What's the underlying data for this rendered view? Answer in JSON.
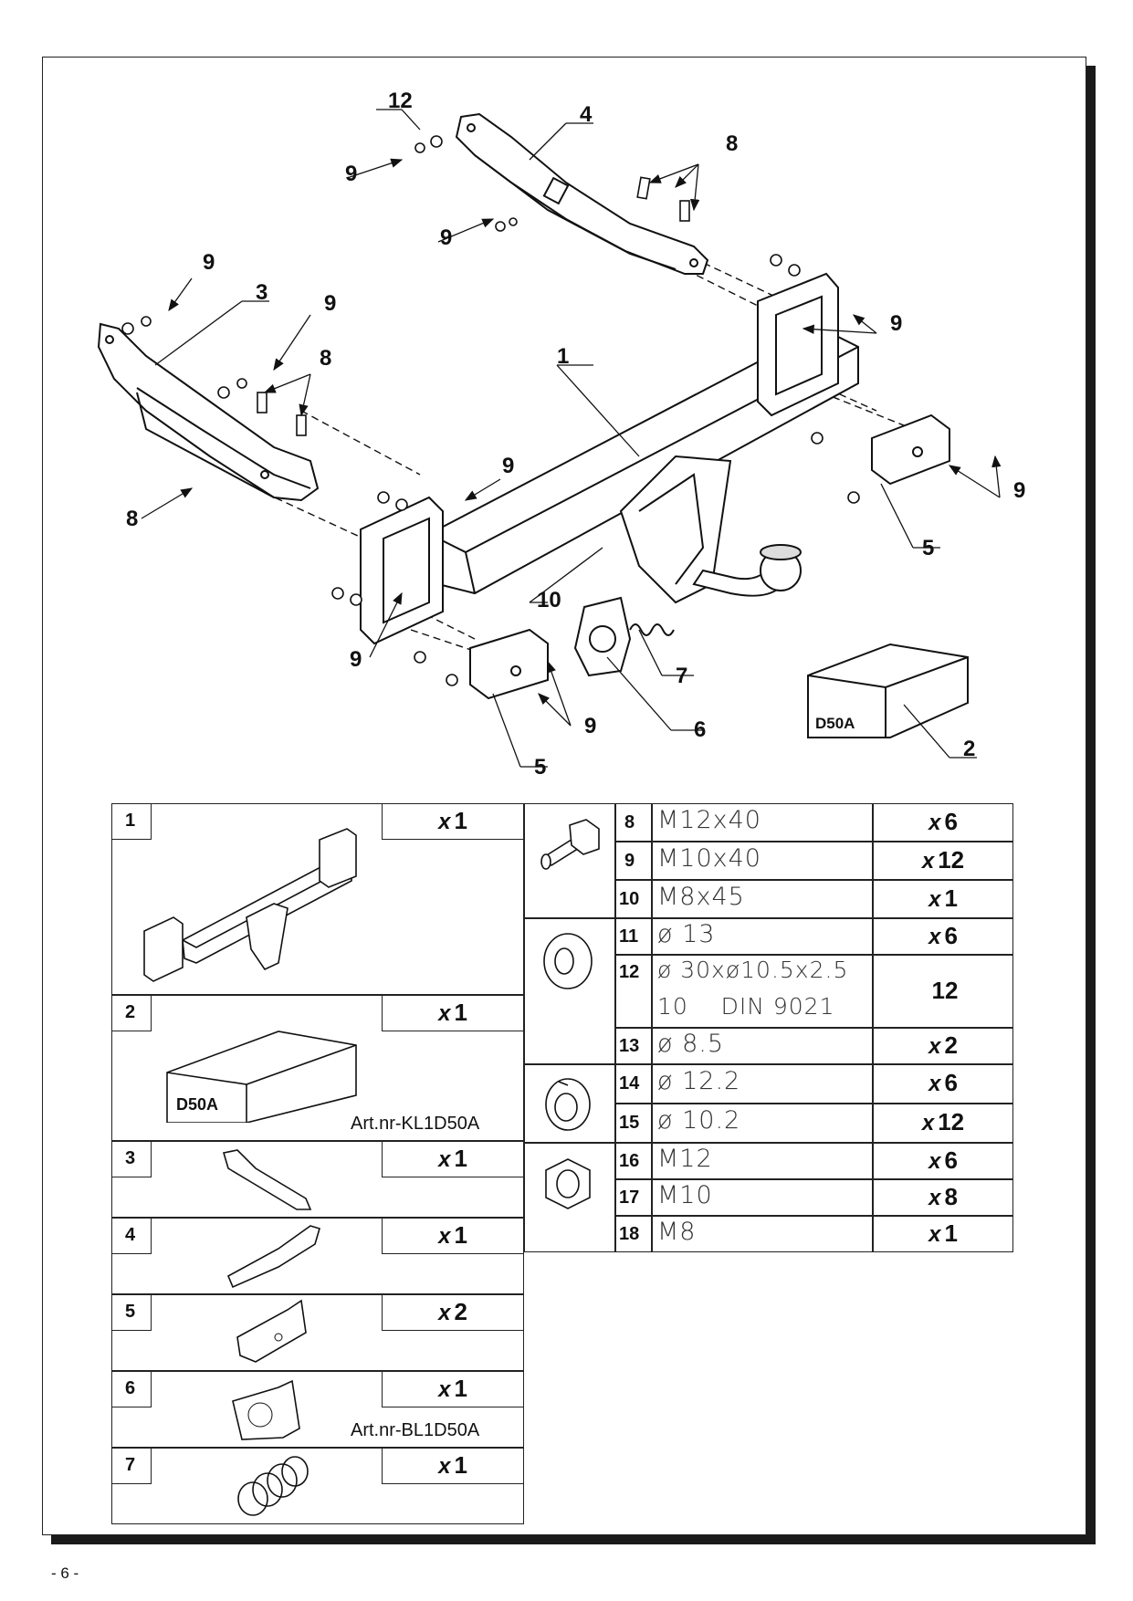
{
  "page_number": "- 6 -",
  "callouts": {
    "c1": "1",
    "c2": "2",
    "c3": "3",
    "c4": "4",
    "c5": "5",
    "c6": "6",
    "c7": "7",
    "c8": "8",
    "c9": "9",
    "c10": "10",
    "c12": "12"
  },
  "box_label": "D50A",
  "parts": [
    {
      "num": "1",
      "qty_prefix": "x",
      "qty": "1",
      "artnr": ""
    },
    {
      "num": "2",
      "qty_prefix": "x",
      "qty": "1",
      "artnr": "Art.nr-KL1D50A",
      "box_label": "D50A"
    },
    {
      "num": "3",
      "qty_prefix": "x",
      "qty": "1",
      "artnr": ""
    },
    {
      "num": "4",
      "qty_prefix": "x",
      "qty": "1",
      "artnr": ""
    },
    {
      "num": "5",
      "qty_prefix": "x",
      "qty": "2",
      "artnr": ""
    },
    {
      "num": "6",
      "qty_prefix": "x",
      "qty": "1",
      "artnr": "Art.nr-BL1D50A"
    },
    {
      "num": "7",
      "qty_prefix": "x",
      "qty": "1",
      "artnr": ""
    }
  ],
  "hardware": [
    {
      "num": "8",
      "spec": "M12x40",
      "spec2": "",
      "qty_prefix": "x",
      "qty": "6"
    },
    {
      "num": "9",
      "spec": "M10x40",
      "spec2": "",
      "qty_prefix": "x",
      "qty": "12"
    },
    {
      "num": "10",
      "spec": "M8x45",
      "spec2": "",
      "qty_prefix": "x",
      "qty": "1"
    },
    {
      "num": "11",
      "spec": "ø 13",
      "spec2": "",
      "qty_prefix": "x",
      "qty": "6"
    },
    {
      "num": "12",
      "spec": "ø 30xø10.5x2.5",
      "spec2": "10    DIN 9021",
      "qty_prefix": "",
      "qty": "12"
    },
    {
      "num": "13",
      "spec": "ø 8.5",
      "spec2": "",
      "qty_prefix": "x",
      "qty": "2"
    },
    {
      "num": "14",
      "spec": "ø 12.2",
      "spec2": "",
      "qty_prefix": "x",
      "qty": "6"
    },
    {
      "num": "15",
      "spec": "ø 10.2",
      "spec2": "",
      "qty_prefix": "x",
      "qty": "12"
    },
    {
      "num": "16",
      "spec": "M12",
      "spec2": "",
      "qty_prefix": "x",
      "qty": "6"
    },
    {
      "num": "17",
      "spec": "M10",
      "spec2": "",
      "qty_prefix": "x",
      "qty": "8"
    },
    {
      "num": "18",
      "spec": "M8",
      "spec2": "",
      "qty_prefix": "x",
      "qty": "1"
    }
  ]
}
